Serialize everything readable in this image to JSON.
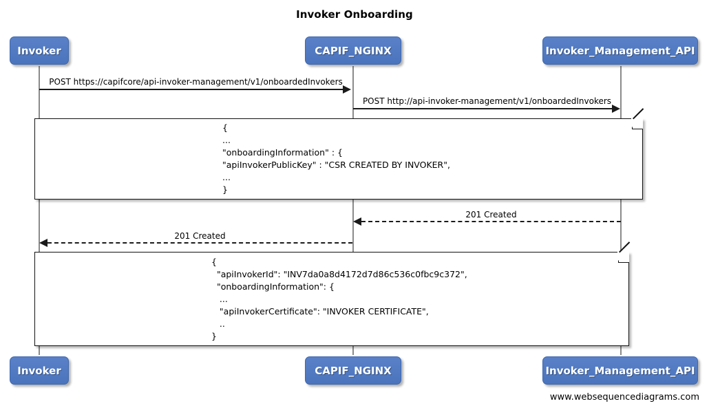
{
  "diagram": {
    "title": "Invoker Onboarding",
    "footer": "www.websequencediagrams.com",
    "accent_color": "#4f79c2",
    "line_color": "#1a1a1a",
    "lifeline_color": "#8a8a8a"
  },
  "participants": [
    {
      "id": "invoker",
      "label": "Invoker"
    },
    {
      "id": "capif_nginx",
      "label": "CAPIF_NGINX"
    },
    {
      "id": "invoker_management_api",
      "label": "Invoker_Management_API"
    }
  ],
  "participants_bottom": [
    {
      "id": "invoker",
      "label": "Invoker"
    },
    {
      "id": "capif_nginx",
      "label": "CAPIF_NGINX"
    },
    {
      "id": "invoker_management_api",
      "label": "Invoker_Management_API"
    }
  ],
  "messages": [
    {
      "id": "msg-1",
      "label": "POST https://capifcore/api-invoker-management/v1/onboardedInvokers",
      "from": "invoker",
      "to": "capif_nginx",
      "direction": "right",
      "style": "solid"
    },
    {
      "id": "msg-2",
      "label": "POST http://api-invoker-management/v1/onboardedInvokers",
      "from": "capif_nginx",
      "to": "invoker_management_api",
      "direction": "right",
      "style": "solid"
    },
    {
      "id": "msg-3",
      "label": "201 Created",
      "from": "invoker_management_api",
      "to": "capif_nginx",
      "direction": "left",
      "style": "dashed"
    },
    {
      "id": "msg-4",
      "label": "201 Created",
      "from": "capif_nginx",
      "to": "invoker",
      "direction": "left",
      "style": "dashed"
    }
  ],
  "notes": [
    {
      "id": "note-1",
      "lines": [
        "{",
        "...",
        "\"onboardingInformation\" : {",
        "\"apiInvokerPublicKey\" : \"CSR CREATED BY INVOKER\",",
        "...",
        "}"
      ]
    },
    {
      "id": "note-2",
      "lines": [
        "{",
        "  \"apiInvokerId\": \"INV7da0a8d4172d7d86c536c0fbc9c372\",",
        "  \"onboardingInformation\": {",
        "   ...",
        "   \"apiInvokerCertificate\": \"INVOKER CERTIFICATE\",",
        "   ..",
        "}"
      ]
    }
  ]
}
